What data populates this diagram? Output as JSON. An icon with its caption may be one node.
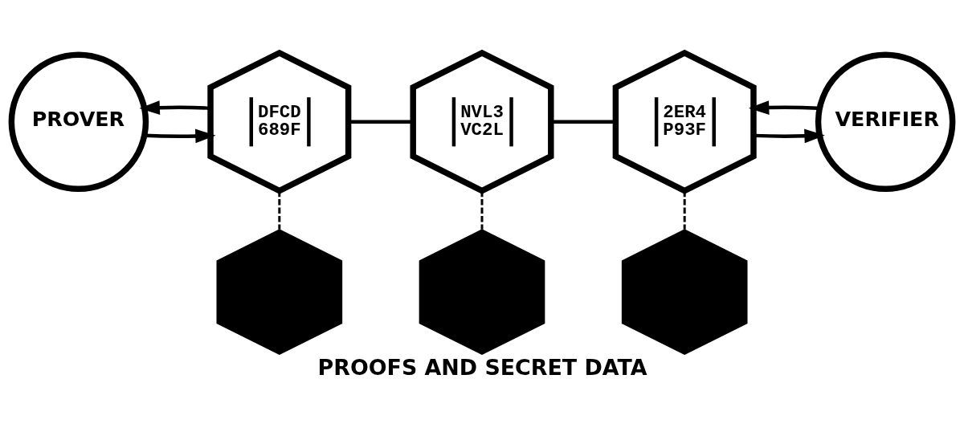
{
  "diagram": {
    "caption": "PROOFS AND SECRET DATA",
    "nodes": [
      {
        "text": [
          "PROVER"
        ]
      },
      {
        "text": [
          "DFCD 689F"
        ]
      },
      {
        "text": [
          "NVL3 VC2L"
        ]
      },
      {
        "text": [
          "2ER4 P93F"
        ]
      },
      {
        "text": [
          "VERIFIER"
        ]
      },
      {
        "text": [],
        "shape": "hexagon"
      },
      {
        "text": [],
        "shape": "hexagon"
      },
      {
        "text": [],
        "shape": "hexagon"
      }
    ],
    "edges": [
      {
        "from": 0,
        "to": 1,
        "arrow": "to"
      },
      {
        "from": 1,
        "to": 0,
        "arrow": "to"
      },
      {
        "from": 1,
        "to": 2,
        "arrow": "none"
      },
      {
        "from": 2,
        "to": 3,
        "arrow": "none"
      },
      {
        "from": 3,
        "to": 4,
        "arrow": "to"
      },
      {
        "from": 4,
        "to": 3,
        "arrow": "to"
      },
      {
        "from": 1,
        "to": 5,
        "arrow": "none",
        "style": "dashed"
      },
      {
        "from": 2,
        "to": 6,
        "arrow": "none",
        "style": "dashed"
      },
      {
        "from": 3,
        "to": 7,
        "arrow": "none",
        "style": "dashed"
      }
    ]
  }
}
